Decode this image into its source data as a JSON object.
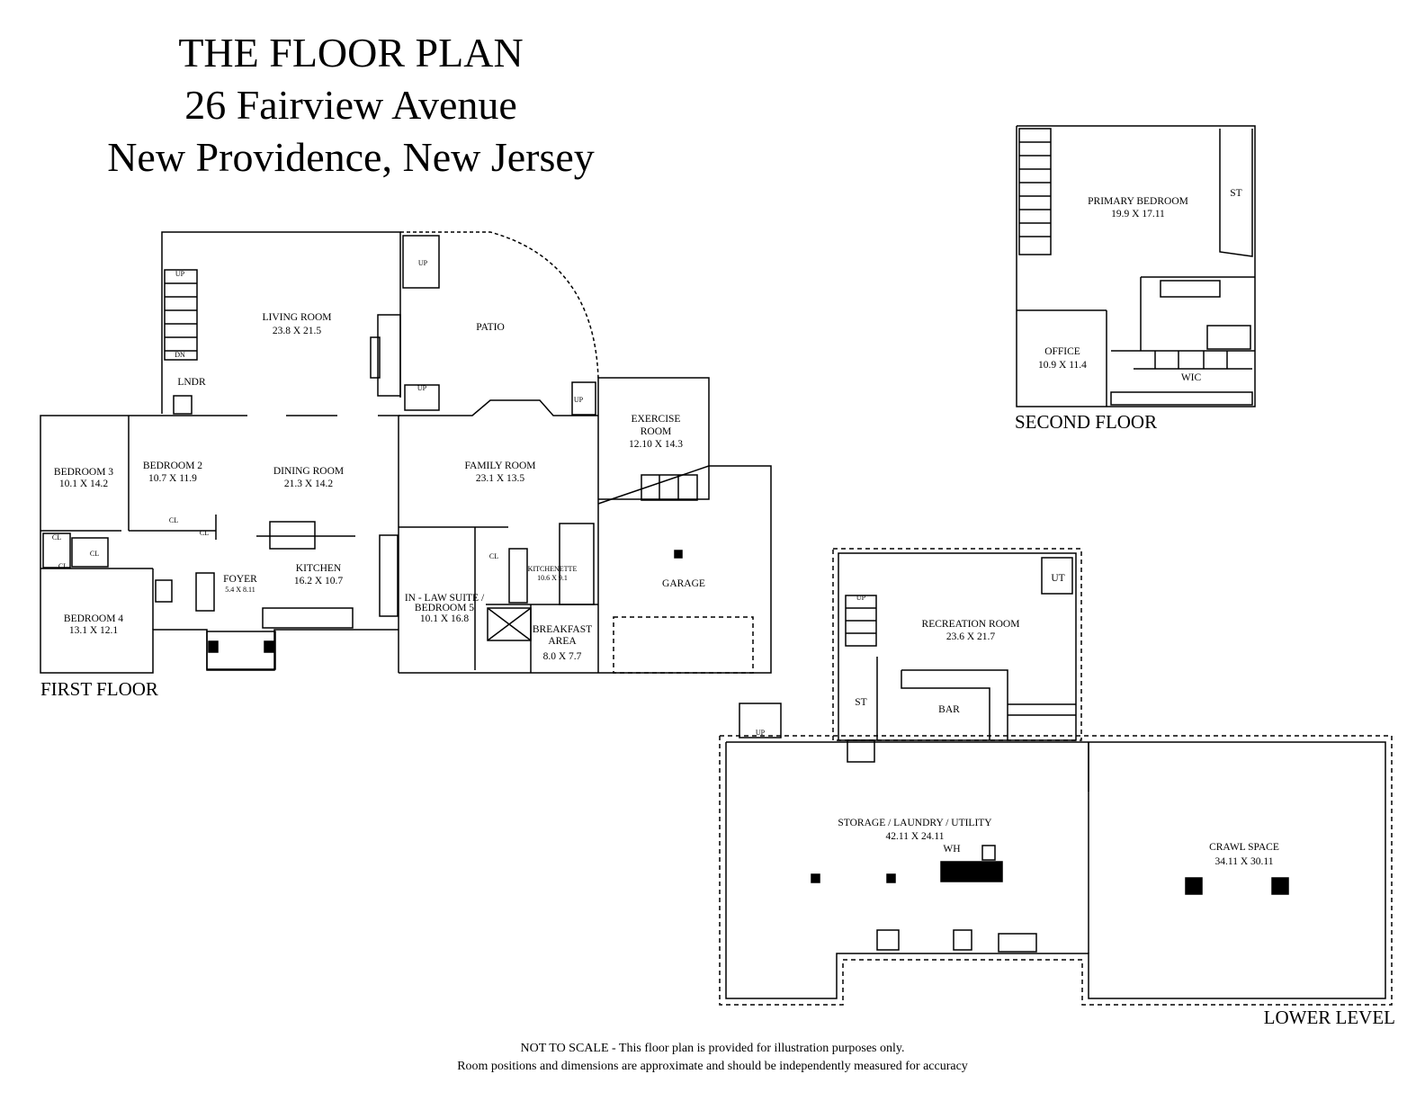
{
  "title": {
    "line1": "THE FLOOR PLAN",
    "line2": "26 Fairview Avenue",
    "line3": "New Providence, New Jersey"
  },
  "levels": {
    "first": "FIRST FLOOR",
    "second": "SECOND FLOOR",
    "lower": "LOWER LEVEL"
  },
  "rooms": {
    "living": {
      "name": "LIVING ROOM",
      "size": "23.8 X 21.5"
    },
    "patio": {
      "name": "PATIO"
    },
    "lndr": {
      "name": "LNDR"
    },
    "bedroom3": {
      "name": "BEDROOM 3",
      "size": "10.1 X 14.2"
    },
    "bedroom2": {
      "name": "BEDROOM 2",
      "size": "10.7 X 11.9"
    },
    "dining": {
      "name": "DINING ROOM",
      "size": "21.3 X 14.2"
    },
    "family": {
      "name": "FAMILY ROOM",
      "size": "23.1 X 13.5"
    },
    "exercise": {
      "name1": "EXERCISE",
      "name2": "ROOM",
      "size": "12.10 X 14.3"
    },
    "garage": {
      "name": "GARAGE"
    },
    "kitchen": {
      "name": "KITCHEN",
      "size": "16.2 X 10.7"
    },
    "foyer": {
      "name": "FOYER",
      "size": "5.4 X 8.11"
    },
    "bedroom4": {
      "name": "BEDROOM 4",
      "size": "13.1 X 12.1"
    },
    "inlaw": {
      "name1": "IN - LAW SUITE /",
      "name2": "BEDROOM 5",
      "size": "10.1 X 16.8"
    },
    "kitchenette": {
      "name": "KITCHENETTE",
      "size": "10.6 X 9.1"
    },
    "breakfast": {
      "name1": "BREAKFAST",
      "name2": "AREA",
      "size": "8.0 X 7.7"
    },
    "primary": {
      "name": "PRIMARY BEDROOM",
      "size": "19.9 X 17.11"
    },
    "office": {
      "name": "OFFICE",
      "size": "10.9 X 11.4"
    },
    "wic": {
      "name": "WIC"
    },
    "st": {
      "name": "ST"
    },
    "recreation": {
      "name": "RECREATION ROOM",
      "size": "23.6 X 21.7"
    },
    "ut": {
      "name": "UT"
    },
    "bar": {
      "name": "BAR"
    },
    "storage": {
      "name": "STORAGE / LAUNDRY / UTILITY",
      "size": "42.11 X 24.11"
    },
    "wh": {
      "name": "WH"
    },
    "crawl": {
      "name": "CRAWL SPACE",
      "size": "34.11 X 30.11"
    }
  },
  "marks": {
    "cl": "CL",
    "up": "UP",
    "dn": "DN"
  },
  "disclaimer": {
    "line1": "NOT TO SCALE - This floor plan is provided for illustration purposes only.",
    "line2": "Room positions and dimensions are approximate and should be independently measured for accuracy"
  }
}
